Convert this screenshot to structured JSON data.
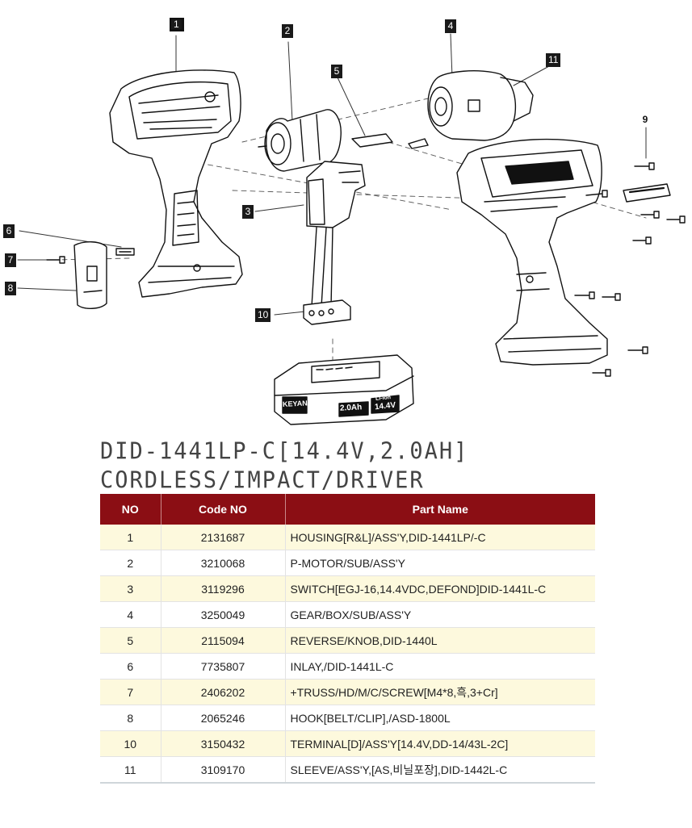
{
  "callouts": [
    {
      "id": "c1",
      "label": "1"
    },
    {
      "id": "c2",
      "label": "2"
    },
    {
      "id": "c3",
      "label": "3"
    },
    {
      "id": "c4",
      "label": "4"
    },
    {
      "id": "c5",
      "label": "5"
    },
    {
      "id": "c6",
      "label": "6"
    },
    {
      "id": "c7",
      "label": "7"
    },
    {
      "id": "c8",
      "label": "8"
    },
    {
      "id": "c9",
      "label": "9"
    },
    {
      "id": "c10",
      "label": "10"
    },
    {
      "id": "c11",
      "label": "11"
    }
  ],
  "battery": {
    "brand": "KEYANG",
    "capacity": "2.0Ah",
    "chem": "Li-ion",
    "voltage": "14.4V"
  },
  "title": {
    "line1": "DID-1441LP-C[14.4V,2.0AH]",
    "line2": "CORDLESS/IMPACT/DRIVER"
  },
  "table": {
    "headers": {
      "no": "NO",
      "code": "Code NO",
      "name": "Part Name"
    },
    "rows": [
      {
        "no": "1",
        "code": "2131687",
        "name": "HOUSING[R&L]/ASS'Y,DID-1441LP/-C"
      },
      {
        "no": "2",
        "code": "3210068",
        "name": "P-MOTOR/SUB/ASS'Y"
      },
      {
        "no": "3",
        "code": "3119296",
        "name": "SWITCH[EGJ-16,14.4VDC,DEFOND]DID-1441L-C"
      },
      {
        "no": "4",
        "code": "3250049",
        "name": "GEAR/BOX/SUB/ASS'Y"
      },
      {
        "no": "5",
        "code": "2115094",
        "name": "REVERSE/KNOB,DID-1440L"
      },
      {
        "no": "6",
        "code": "7735807",
        "name": "INLAY,/DID-1441L-C"
      },
      {
        "no": "7",
        "code": "2406202",
        "name": "+TRUSS/HD/M/C/SCREW[M4*8,흑,3+Cr]"
      },
      {
        "no": "8",
        "code": "2065246",
        "name": "HOOK[BELT/CLIP],/ASD-1800L"
      },
      {
        "no": "10",
        "code": "3150432",
        "name": "TERMINAL[D]/ASS'Y[14.4V,DD-14/43L-2C]"
      },
      {
        "no": "11",
        "code": "3109170",
        "name": "SLEEVE/ASS'Y,[AS,비닐포장],DID-1442L-C"
      }
    ]
  }
}
